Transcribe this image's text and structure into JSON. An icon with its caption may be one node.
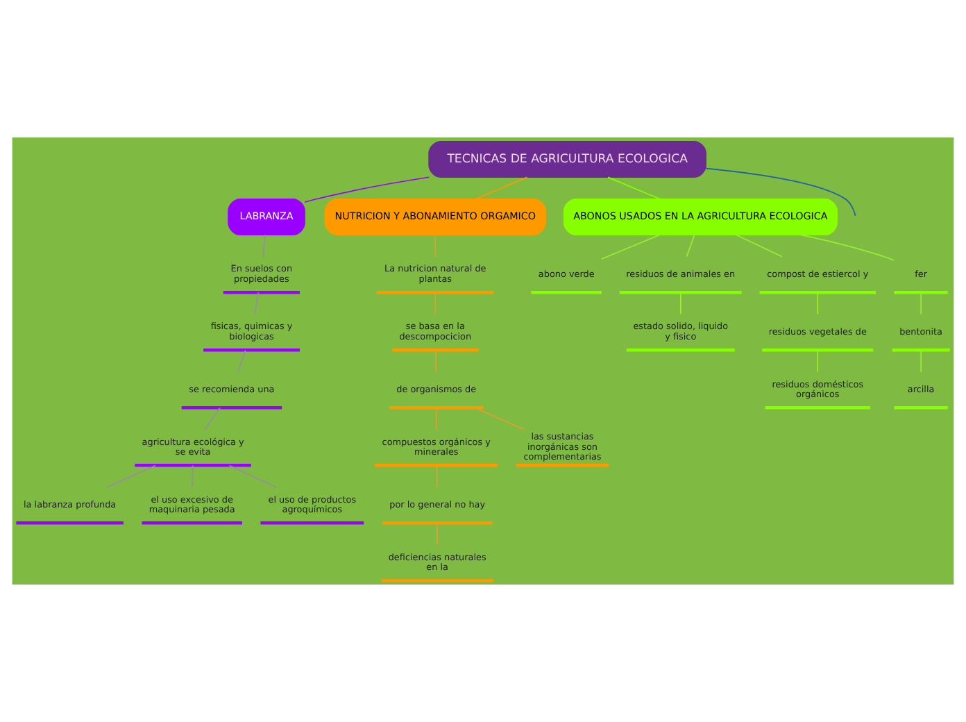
{
  "diagram": {
    "nodes": [
      {
        "text": [
          "TECNICAS DE AGRICULTURA ECOLOGICA"
        ]
      },
      {
        "text": [
          "LABRANZA"
        ]
      },
      {
        "text": [
          "En suelos con propiedades"
        ]
      },
      {
        "text": [
          "fisicas, quimicas y biologicas"
        ]
      },
      {
        "text": [
          "se recomienda una"
        ]
      },
      {
        "text": [
          "agricultura ecológica y se evita"
        ]
      },
      {
        "text": [
          "la labranza profunda"
        ]
      },
      {
        "text": [
          "el uso excesivo de maquinaria pesada"
        ]
      },
      {
        "text": [
          "el uso de productos agroquímicos"
        ]
      },
      {
        "text": [
          "NUTRICION Y ABONAMIENTO ORGAMICO"
        ]
      },
      {
        "text": [
          "La nutricion natural de plantas"
        ]
      },
      {
        "text": [
          "se basa en la descompocicion"
        ]
      },
      {
        "text": [
          "de organismos de"
        ]
      },
      {
        "text": [
          "compuestos orgánicos y minerales"
        ]
      },
      {
        "text": [
          "las sustancias inorgánicas son complementarias"
        ]
      },
      {
        "text": [
          "por lo general no hay"
        ]
      },
      {
        "text": [
          "deficiencias naturales en la"
        ]
      },
      {
        "text": [
          "ABONOS USADOS EN LA AGRICULTURA ECOLOGICA"
        ]
      },
      {
        "text": [
          "abono verde"
        ]
      },
      {
        "text": [
          "residuos de animales en"
        ]
      },
      {
        "text": [
          "estado solido, liquido y fisico"
        ]
      },
      {
        "text": [
          "compost de estiercol y"
        ]
      },
      {
        "text": [
          "residuos vegetales de"
        ]
      },
      {
        "text": [
          "residuos domésticos orgánicos"
        ]
      },
      {
        "text": [
          "fer"
        ]
      },
      {
        "text": [
          "bentonita"
        ]
      },
      {
        "text": [
          "arcilla"
        ]
      }
    ],
    "edges": [
      {
        "from": 0,
        "to": null,
        "arrow": "none",
        "color": "#1f5fa8"
      },
      {
        "from": 0,
        "to": 1,
        "arrow": "none",
        "color": "#9900ff"
      },
      {
        "from": 1,
        "to": 2,
        "arrow": "none",
        "color": "#9a8aa8"
      },
      {
        "from": 2,
        "to": 3,
        "arrow": "none",
        "color": "#9a8aa8"
      },
      {
        "from": 3,
        "to": 4,
        "arrow": "none",
        "color": "#9a8aa8"
      },
      {
        "from": 4,
        "to": 5,
        "arrow": "none",
        "color": "#9a8aa8"
      },
      {
        "from": 5,
        "to": 6,
        "arrow": "none",
        "color": "#9a8aa8"
      },
      {
        "from": 5,
        "to": 7,
        "arrow": "none",
        "color": "#9a8aa8"
      },
      {
        "from": 5,
        "to": 8,
        "arrow": "none",
        "color": "#9a8aa8"
      },
      {
        "from": 0,
        "to": 9,
        "arrow": "none",
        "color": "#ff9900"
      },
      {
        "from": 9,
        "to": 10,
        "arrow": "none",
        "color": "#e0a030"
      },
      {
        "from": 10,
        "to": 11,
        "arrow": "none",
        "color": "#e0a030"
      },
      {
        "from": 11,
        "to": 12,
        "arrow": "none",
        "color": "#e0a030"
      },
      {
        "from": 12,
        "to": 13,
        "arrow": "none",
        "color": "#e0a030"
      },
      {
        "from": 12,
        "to": 14,
        "arrow": "none",
        "color": "#e0a030"
      },
      {
        "from": 13,
        "to": 15,
        "arrow": "none",
        "color": "#e0a030"
      },
      {
        "from": 15,
        "to": 16,
        "arrow": "none",
        "color": "#e0a030"
      },
      {
        "from": 0,
        "to": 17,
        "arrow": "none",
        "color": "#88ff00"
      },
      {
        "from": 17,
        "to": 18,
        "arrow": "none",
        "color": "#99ee33"
      },
      {
        "from": 17,
        "to": 19,
        "arrow": "none",
        "color": "#99ee33"
      },
      {
        "from": 19,
        "to": 20,
        "arrow": "none",
        "color": "#99ee33"
      },
      {
        "from": 17,
        "to": 21,
        "arrow": "none",
        "color": "#99ee33"
      },
      {
        "from": 21,
        "to": 22,
        "arrow": "none",
        "color": "#99ee33"
      },
      {
        "from": 22,
        "to": 23,
        "arrow": "none",
        "color": "#99ee33"
      },
      {
        "from": 17,
        "to": 24,
        "arrow": "none",
        "color": "#99ee33"
      },
      {
        "from": 24,
        "to": 25,
        "arrow": "none",
        "color": "#99ee33"
      },
      {
        "from": 25,
        "to": 26,
        "arrow": "none",
        "color": "#99ee33"
      }
    ]
  }
}
